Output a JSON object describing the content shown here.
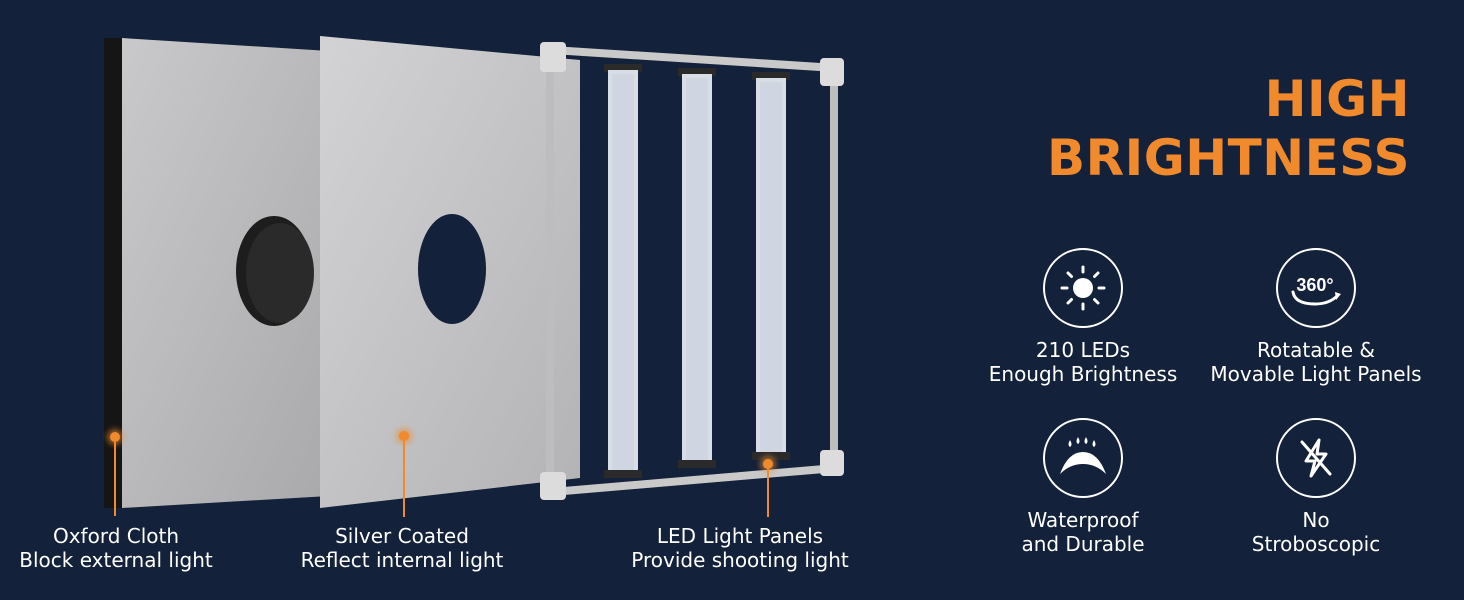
{
  "headline": {
    "line1": "HIGH",
    "line2": "BRIGHTNESS"
  },
  "colors": {
    "background": "#13213a",
    "accent": "#f08a2c",
    "text": "#ffffff"
  },
  "layers": [
    {
      "line1": "Oxford Cloth",
      "line2": "Block external light"
    },
    {
      "line1": "Silver Coated",
      "line2": "Reflect internal light"
    },
    {
      "line1": "LED Light Panels",
      "line2": "Provide shooting light"
    }
  ],
  "features": [
    {
      "icon": "sun-icon",
      "line1": "210 LEDs",
      "line2": "Enough Brightness"
    },
    {
      "icon": "rotate-360-icon",
      "icon_text": "360°",
      "line1": "Rotatable &",
      "line2": "Movable Light Panels"
    },
    {
      "icon": "waterproof-icon",
      "line1": "Waterproof",
      "line2": "and Durable"
    },
    {
      "icon": "no-strobe-icon",
      "line1": "No",
      "line2": "Stroboscopic"
    }
  ]
}
